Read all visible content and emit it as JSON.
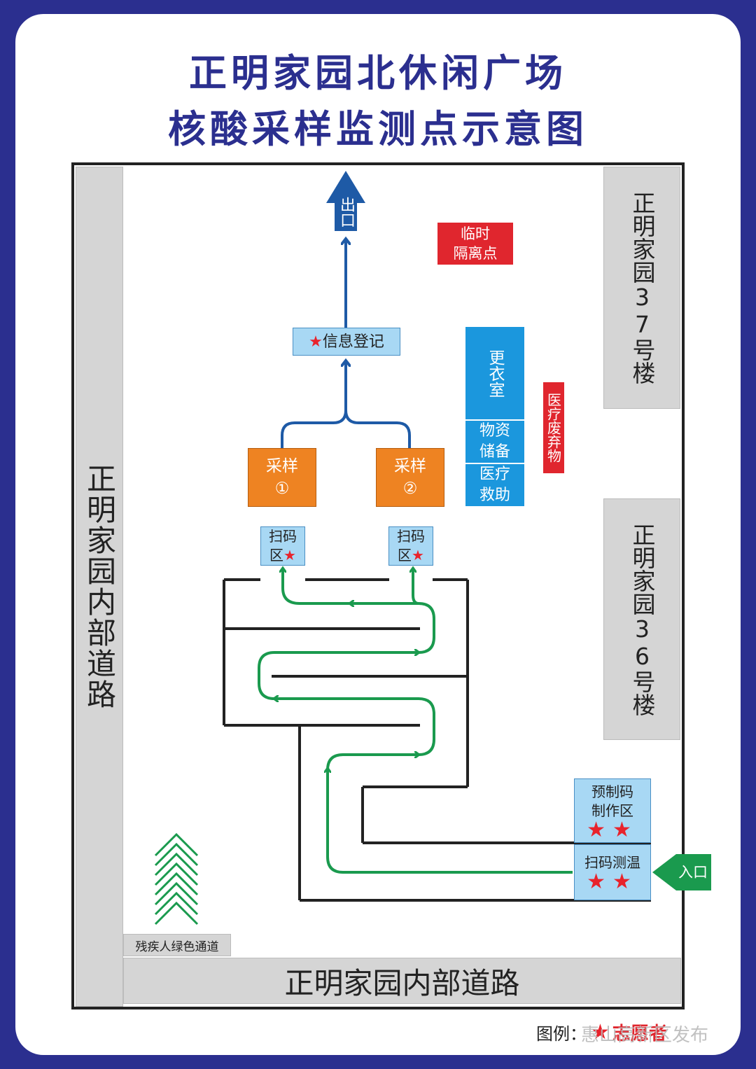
{
  "title": {
    "line1": "正明家园北休闲广场",
    "line2": "核酸采样监测点示意图"
  },
  "roads": {
    "left": "正明家园内部道路",
    "bottom": "正明家园内部道路"
  },
  "buildings": {
    "b37": "正明家园37号楼",
    "b36": "正明家园36号楼"
  },
  "exit": {
    "label": "出口"
  },
  "isolation": {
    "line1": "临时",
    "line2": "隔离点"
  },
  "registration": {
    "label": "信息登记"
  },
  "sampling": [
    {
      "line1": "采样",
      "line2": "①"
    },
    {
      "line1": "采样",
      "line2": "②"
    }
  ],
  "scan_zones": [
    {
      "line1": "扫码",
      "line2": "区"
    },
    {
      "line1": "扫码",
      "line2": "区"
    }
  ],
  "service_blocks": {
    "changing_room": "更衣室",
    "supplies": {
      "line1": "物资",
      "line2": "储备"
    },
    "medical_aid": {
      "line1": "医疗",
      "line2": "救助"
    }
  },
  "medical_waste": "医疗废弃物",
  "precode": {
    "line1": "预制码",
    "line2": "制作区"
  },
  "scan_temp": {
    "label": "扫码测温"
  },
  "entrance": {
    "label": "入口"
  },
  "accessible": {
    "label": "残疾人绿色通道"
  },
  "legend": {
    "prefix": "图例：",
    "label": "志愿者"
  },
  "watermark": "惠山高新区发布",
  "icons": {
    "star": "star-icon",
    "exit_arrow": "up-arrow-icon",
    "entrance_arrow": "left-arrow-icon",
    "chevron": "chevron-up-icon"
  },
  "colors": {
    "title": "#2b2f8f",
    "path_blue": "#1e5aa6",
    "path_green": "#1a9a4e",
    "volunteer_star": "#e8232c",
    "sampling": "#ee8322",
    "service": "#1b97dd",
    "alert": "#e0262e",
    "label_box": "#a8d8f4"
  }
}
